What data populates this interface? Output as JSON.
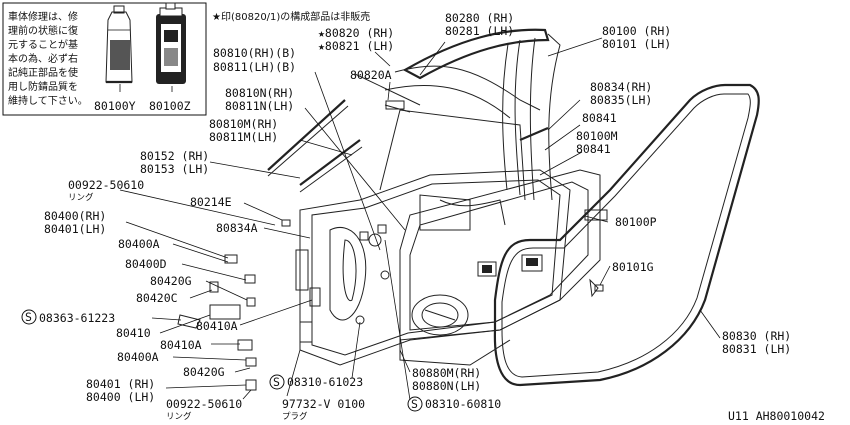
{
  "note_box": {
    "lines": [
      "車体修理は、修",
      "理前の状態に復",
      "元することが基",
      "本の為、必ず右",
      "記純正部品を使",
      "用し防錆品質を",
      "維持して下さい。"
    ],
    "part_a": "80100Y",
    "part_b": "80100Z"
  },
  "header_note": "★印(80820/1)の構成部品は非販売",
  "labels": {
    "l80280": "80280 (RH)",
    "l80281": "80281 (LH)",
    "l80820s": "★80820 (RH)",
    "l80821s": "★80821 (LH)",
    "l80100": "80100 (RH)",
    "l80101": "80101 (LH)",
    "l80810": "80810(RH)(B)",
    "l80811": "80811(LH)(B)",
    "l80820A": "80820A",
    "l80834": "80834(RH)",
    "l80835": "80835(LH)",
    "l80810N": "80810N(RH)",
    "l80811N": "80811N(LH)",
    "l80841a": "80841",
    "l80810M": "80810M(RH)",
    "l80811M": "80811M(LH)",
    "l80100M": "80100M",
    "l80841b": "80841",
    "l80152": "80152 (RH)",
    "l80153": "80153 (LH)",
    "l00922a": "00922-50610",
    "l_ring_a": "リング",
    "l80214E": "80214E",
    "l80400": "80400(RH)",
    "l80401": "80401(LH)",
    "l80834A": "80834A",
    "l80100P": "80100P",
    "l80400A": "80400A",
    "l80400D": "80400D",
    "l80101G": "80101G",
    "l80420G": "80420G",
    "l80420C": "80420C",
    "l08363": "08363-61223",
    "l80410": "80410",
    "l80410A": "80410A",
    "l80410Ab": "80410A",
    "l80400Ab": "80400A",
    "l80420Gb": "80420G",
    "l08310a": "08310-61023",
    "l80880M": "80880M(RH)",
    "l80880N": "80880N(LH)",
    "l80830": "80830 (RH)",
    "l80831": "80831 (LH)",
    "l80401b": "80401 (RH)",
    "l80400b": "80400 (LH)",
    "l00922b": "00922-50610",
    "l_ring_b": "リング",
    "l97732": "97732-V 0100",
    "l_plug": "プラグ",
    "l08310b": "08310-60810"
  },
  "circle_s": "S",
  "footer_code": "U11  AH80010042"
}
